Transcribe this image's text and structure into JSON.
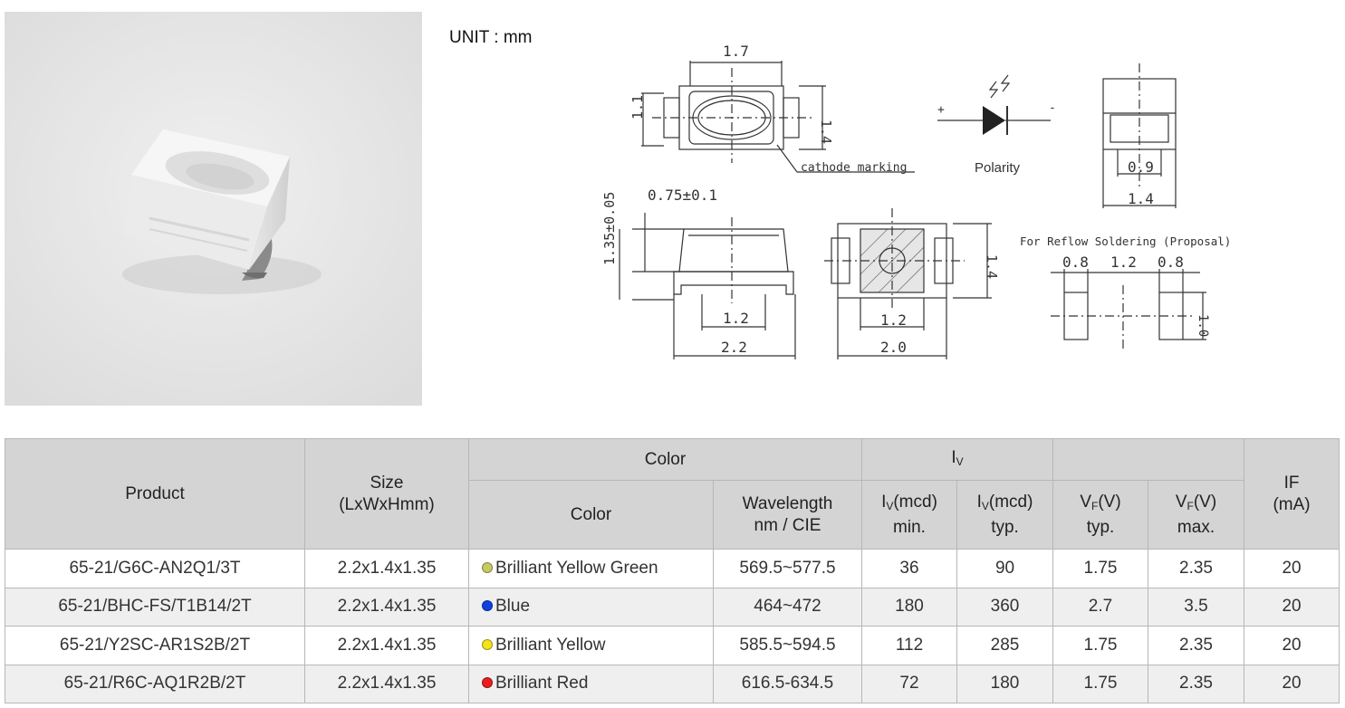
{
  "header": {
    "unit": "UNIT : mm"
  },
  "drawing": {
    "top_width": "1.7",
    "top_inner_height": "1.1",
    "top_height": "1.4",
    "cathode_note": "cathode marking",
    "polarity_plus": "+",
    "polarity_minus": "-",
    "polarity_label": "Polarity",
    "side_inner": "0.9",
    "side_width": "1.4",
    "thickness": "0.75±0.1",
    "height": "1.35±0.05",
    "front_pad_spacing": "1.2",
    "front_length": "2.2",
    "bottom_pad_spacing": "1.2",
    "bottom_length": "2.0",
    "bottom_height": "1.4",
    "reflow_title": "For Reflow Soldering (Proposal)",
    "pad_w1": "0.8",
    "pad_gap": "1.2",
    "pad_w2": "0.8",
    "pad_h": "1.0"
  },
  "table": {
    "headers": {
      "product": "Product",
      "size_line1": "Size",
      "size_line2": "(LxWxHmm)",
      "color_group": "Color",
      "iv_group_base": "I",
      "iv_group_sub": "V",
      "color": "Color",
      "wavelength_line1": "Wavelength",
      "wavelength_line2": "nm / CIE",
      "iv_min_base": "I",
      "iv_min_sub": "V",
      "iv_min_unit": "(mcd)",
      "iv_min_label": "min.",
      "iv_typ_base": "I",
      "iv_typ_sub": "V",
      "iv_typ_unit": "(mcd)",
      "iv_typ_label": "typ.",
      "vf_typ_base": "V",
      "vf_typ_sub": "F",
      "vf_typ_unit": "(V)",
      "vf_typ_label": "typ.",
      "vf_max_base": "V",
      "vf_max_sub": "F",
      "vf_max_unit": "(V)",
      "vf_max_label": "max.",
      "if_line1": "IF",
      "if_line2": "(mA)"
    },
    "rows": [
      {
        "product": "65-21/G6C-AN2Q1/3T",
        "size": "2.2x1.4x1.35",
        "dot": "#c9c964",
        "color": "Brilliant Yellow Green",
        "wavelength": "569.5~577.5",
        "iv_min": "36",
        "iv_typ": "90",
        "vf_typ": "1.75",
        "vf_max": "2.35",
        "if": "20"
      },
      {
        "product": "65-21/BHC-FS/T1B14/2T",
        "size": "2.2x1.4x1.35",
        "dot": "#1040e0",
        "color": "Blue",
        "wavelength": "464~472",
        "iv_min": "180",
        "iv_typ": "360",
        "vf_typ": "2.7",
        "vf_max": "3.5",
        "if": "20"
      },
      {
        "product": "65-21/Y2SC-AR1S2B/2T",
        "size": "2.2x1.4x1.35",
        "dot": "#f2e31a",
        "color": "Brilliant Yellow",
        "wavelength": "585.5~594.5",
        "iv_min": "112",
        "iv_typ": "285",
        "vf_typ": "1.75",
        "vf_max": "2.35",
        "if": "20"
      },
      {
        "product": "65-21/R6C-AQ1R2B/2T",
        "size": "2.2x1.4x1.35",
        "dot": "#e81e1e",
        "color": "Brilliant Red",
        "wavelength": "616.5-634.5",
        "iv_min": "72",
        "iv_typ": "180",
        "vf_typ": "1.75",
        "vf_max": "2.35",
        "if": "20"
      }
    ]
  }
}
